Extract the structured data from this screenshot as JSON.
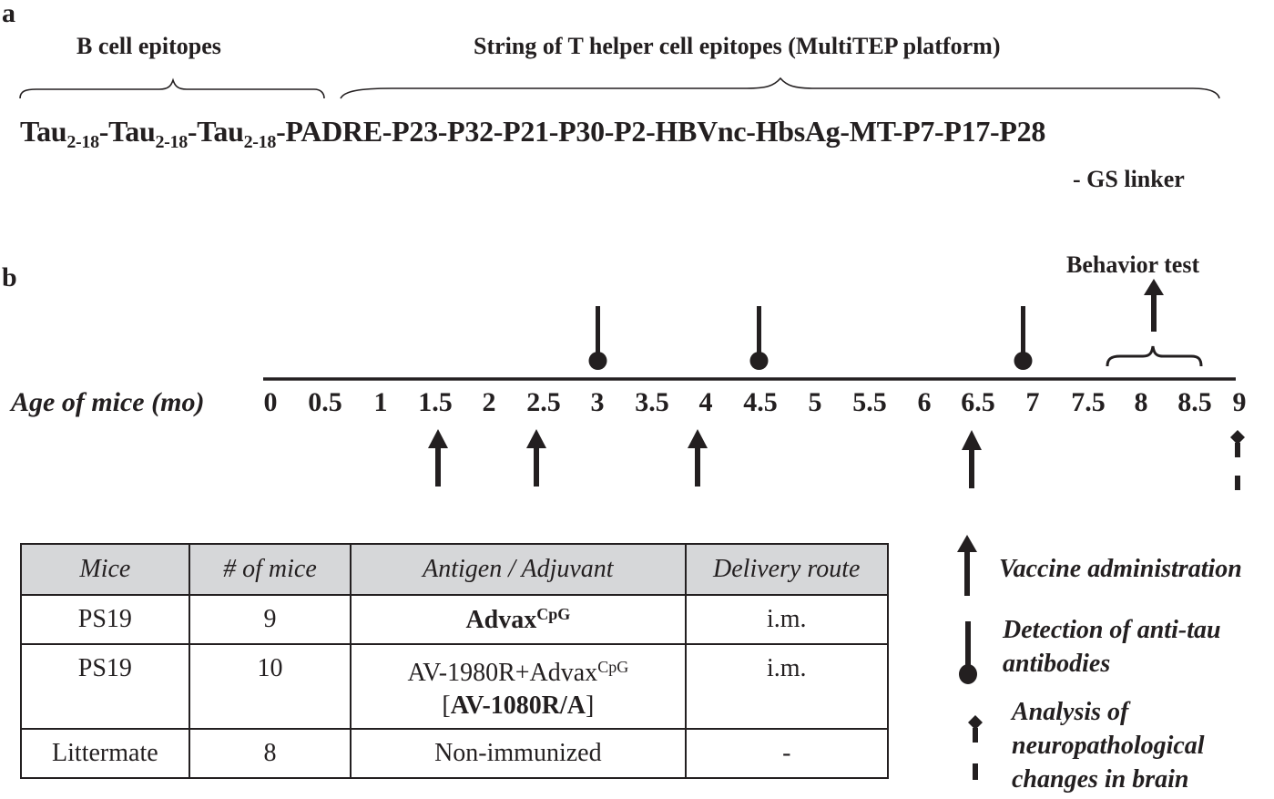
{
  "panel_a": {
    "label": "a",
    "b_cell_title": "B cell epitopes",
    "t_helper_title": "String of T helper cell epitopes (MultiTEP platform)",
    "sequence": {
      "tau_name": "Tau",
      "tau_sub": "2-18",
      "sep": "-",
      "t_string": "-PADRE-P23-P32-P21-P30-P2-HBVnc-HbsAg-MT-P7-P17-P28"
    },
    "linker_note": "- GS linker"
  },
  "panel_b": {
    "label": "b",
    "axis_title": "Age of mice (mo)",
    "behavior_label": "Behavior test"
  },
  "chart_data": {
    "type": "timeline",
    "xlabel": "Age of mice (mo)",
    "ticks": [
      "0",
      "0.5",
      "1",
      "1.5",
      "2",
      "2.5",
      "3",
      "3.5",
      "4",
      "4.5",
      "5",
      "5.5",
      "6",
      "6.5",
      "7",
      "7.5",
      "8",
      "8.5",
      "9"
    ],
    "x_range": [
      0,
      9
    ],
    "events": {
      "vaccine_administration": [
        1.5,
        2.5,
        4,
        6.5
      ],
      "anti_tau_antibody_detection": [
        3,
        4.5,
        7
      ],
      "behavior_test": [
        7.75,
        8.5
      ],
      "neuropathology_analysis": [
        9
      ]
    }
  },
  "table": {
    "headers": [
      "Mice",
      "# of mice",
      "Antigen / Adjuvant",
      "Delivery route"
    ],
    "rows": [
      {
        "mice": "PS19",
        "n": "9",
        "antigen_main": "Advax",
        "antigen_sup": "CpG",
        "antigen_bold": true,
        "antigen_line2": "",
        "route": "i.m."
      },
      {
        "mice": "PS19",
        "n": "10",
        "antigen_main": "AV-1980R+Advax",
        "antigen_sup": "CpG",
        "antigen_bold": false,
        "antigen_line2_open": "[",
        "antigen_line2": "AV-1080R/A",
        "antigen_line2_close": "]",
        "route": "i.m."
      },
      {
        "mice": "Littermate",
        "n": "8",
        "antigen_main": "Non-immunized",
        "antigen_sup": "",
        "antigen_bold": false,
        "antigen_line2": "",
        "route": "-"
      }
    ]
  },
  "legend": {
    "vaccine": "Vaccine administration",
    "detection_line1": "Detection of anti-tau",
    "detection_line2": "antibodies",
    "analysis_line1": "Analysis of",
    "analysis_line2": "neuropathological",
    "analysis_line3": "changes in brain"
  },
  "colors": {
    "ink": "#231f20",
    "header_bg": "#d6d7d9"
  }
}
